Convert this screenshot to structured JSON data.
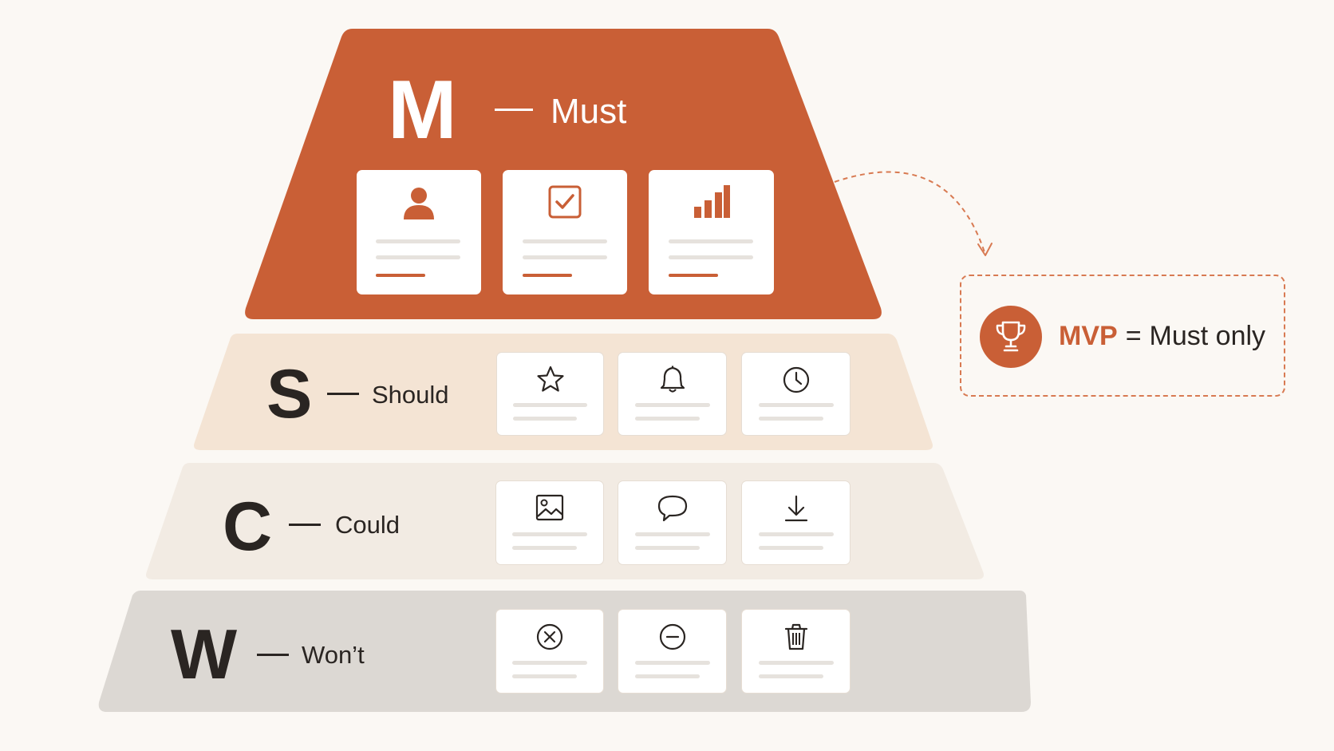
{
  "colors": {
    "background": "#fbf8f4",
    "must": "#c95f36",
    "should": "#f4e4d4",
    "could": "#f2ebe3",
    "wont": "#dcd8d3",
    "accent": "#c95f36",
    "ink": "#2a2522"
  },
  "tiers": [
    {
      "letter": "M",
      "label": "Must",
      "cards": [
        {
          "icon": "user-icon"
        },
        {
          "icon": "checkbox-icon"
        },
        {
          "icon": "bar-chart-icon"
        }
      ]
    },
    {
      "letter": "S",
      "label": "Should",
      "cards": [
        {
          "icon": "star-icon"
        },
        {
          "icon": "bell-icon"
        },
        {
          "icon": "clock-icon"
        }
      ]
    },
    {
      "letter": "C",
      "label": "Could",
      "cards": [
        {
          "icon": "image-icon"
        },
        {
          "icon": "chat-bubble-icon"
        },
        {
          "icon": "download-icon"
        }
      ]
    },
    {
      "letter": "W",
      "label": "Won’t",
      "cards": [
        {
          "icon": "x-circle-icon"
        },
        {
          "icon": "minus-circle-icon"
        },
        {
          "icon": "trash-icon"
        }
      ]
    }
  ],
  "callout": {
    "icon": "trophy-icon",
    "mvp": "MVP",
    "equals": "=",
    "text": "Must only"
  }
}
